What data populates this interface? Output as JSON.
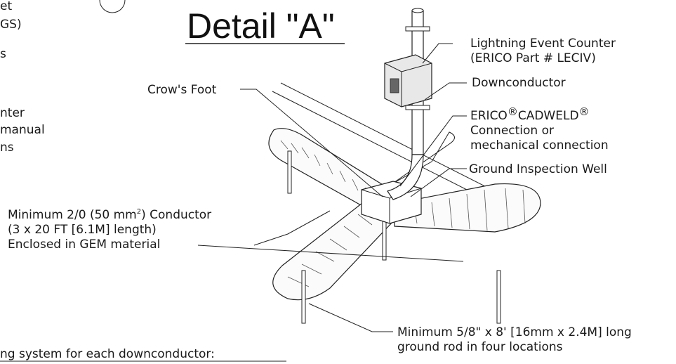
{
  "title": "Detail \"A\"",
  "left_fragments": {
    "l1": "et",
    "l2": "GS)",
    "l3": "s",
    "l4": "nter",
    "l5": "manual",
    "l6": "ns"
  },
  "labels": {
    "counter_l1": "Lightning Event Counter",
    "counter_l2": "(ERICO Part # LECIV)",
    "downconductor": "Downconductor",
    "cadweld_erico": "ERICO",
    "cadweld_reg1": "®",
    "cadweld_name": "CADWELD",
    "cadweld_reg2": "®",
    "cadweld_l2": "Connection or",
    "cadweld_l3": "mechanical connection",
    "inspection_well": "Ground Inspection Well",
    "crows_foot": "Crow's Foot",
    "conductor_l1a": "Minimum 2/0 (50 mm",
    "conductor_sup": "2",
    "conductor_l1b": ") Conductor",
    "conductor_l2": "(3 x 20 FT [6.1M] length)",
    "conductor_l3": "Enclosed in GEM material",
    "rod_l1": "Minimum 5/8\" x 8' [16mm x 2.4M] long",
    "rod_l2": "ground rod in four locations",
    "bottom_fragment": "ng system for each downconductor:"
  }
}
